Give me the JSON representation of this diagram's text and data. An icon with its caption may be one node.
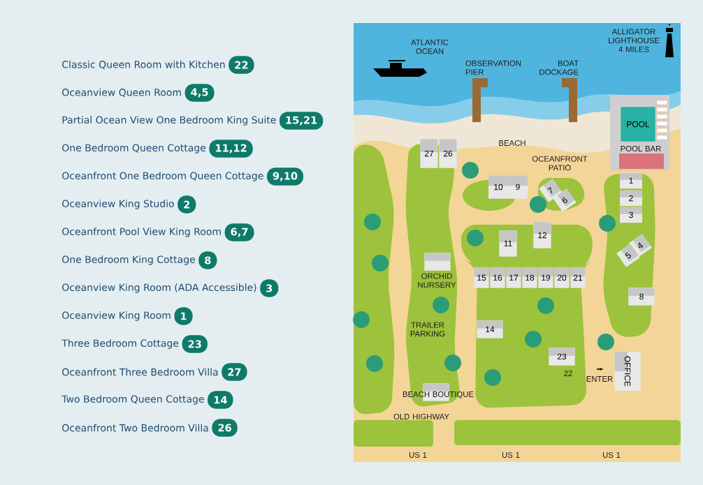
{
  "diagram": {
    "nodes": [
      {
        "text": [
          "22"
        ],
        "beside": [
          "Classic Queen Room with Kitchen"
        ]
      },
      {
        "text": [
          "4,5"
        ],
        "beside": [
          "Oceanview Queen Room"
        ]
      },
      {
        "text": [
          "15,21"
        ],
        "beside": [
          "Partial Ocean View One Bedroom King Suite"
        ]
      },
      {
        "text": [
          "11,12"
        ],
        "beside": [
          "One Bedroom Queen Cottage"
        ]
      },
      {
        "text": [
          "9,10"
        ],
        "beside": [
          "Oceanfront One Bedroom Queen Cottage"
        ]
      },
      {
        "text": [
          "2"
        ],
        "beside": [
          "Oceanview King Studio"
        ]
      },
      {
        "text": [
          "6,7"
        ],
        "beside": [
          "Oceanfront Pool View King Room"
        ]
      },
      {
        "text": [
          "8"
        ],
        "beside": [
          "One Bedroom King Cottage"
        ]
      },
      {
        "text": [
          "3"
        ],
        "beside": [
          "Oceanview King Room (ADA Accessible)"
        ]
      },
      {
        "text": [
          "1"
        ],
        "beside": [
          "Oceanview King Room"
        ]
      },
      {
        "text": [
          "23"
        ],
        "beside": [
          "Three Bedroom Cottage"
        ]
      },
      {
        "text": [
          "27"
        ],
        "beside": [
          "Oceanfront Three Bedroom Villa"
        ]
      },
      {
        "text": [
          "14"
        ],
        "beside": [
          "Two Bedroom Queen Cottage"
        ]
      },
      {
        "text": [
          "26"
        ],
        "beside": [
          "Oceanfront Two Bedroom Villa"
        ]
      },
      {
        "text": [
          "27"
        ]
      },
      {
        "text": [
          "26"
        ]
      },
      {
        "text": [
          "POOL"
        ]
      },
      {
        "text": [
          "10"
        ]
      },
      {
        "text": [
          "9"
        ]
      },
      {
        "text": [
          "7"
        ]
      },
      {
        "text": [
          "6"
        ]
      },
      {
        "text": [
          "1"
        ]
      },
      {
        "text": [
          "2"
        ]
      },
      {
        "text": [
          "3"
        ]
      },
      {
        "text": [
          "12"
        ]
      },
      {
        "text": [
          "11"
        ]
      },
      {
        "text": [
          "4"
        ]
      },
      {
        "text": [
          "5"
        ]
      },
      {
        "text": [],
        "shape": "box"
      },
      {
        "text": [
          "15"
        ]
      },
      {
        "text": [
          "16"
        ]
      },
      {
        "text": [
          "17"
        ]
      },
      {
        "text": [
          "18"
        ]
      },
      {
        "text": [
          "19"
        ]
      },
      {
        "text": [
          "20"
        ]
      },
      {
        "text": [
          "21"
        ]
      },
      {
        "text": [
          "8"
        ]
      },
      {
        "text": [
          "14"
        ]
      },
      {
        "text": [
          "23"
        ]
      },
      {
        "text": [
          "OFFICE"
        ]
      },
      {
        "text": [],
        "shape": "box"
      }
    ],
    "labels": [
      "ATLANTIC OCEAN",
      "ALLIGATOR LIGHTHOUSE 4 MILES",
      "OBSERVATION PIER",
      "BOAT DOCKAGE",
      "BEACH",
      "POOL BAR",
      "OCEANFRONT PATIO",
      "ORCHID NURSERY",
      "TRAILER PARKING",
      "22",
      "ENTER",
      "BEACH BOUTIQUE",
      "OLD HIGHWAY",
      "US 1",
      "US 1",
      "US 1"
    ]
  }
}
